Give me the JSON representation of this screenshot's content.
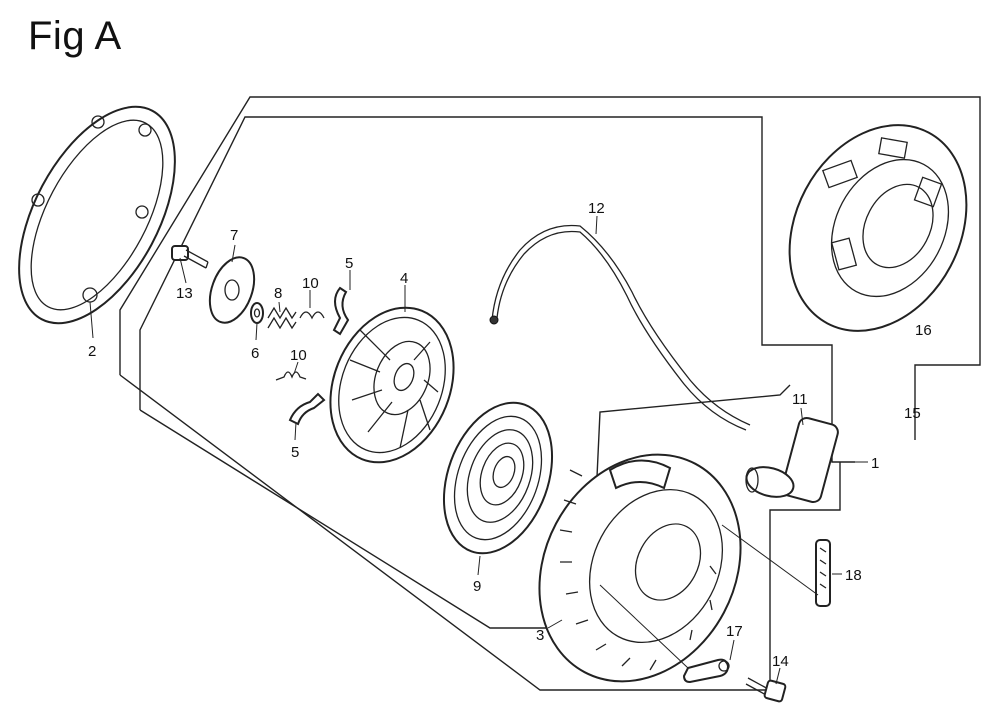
{
  "figure": {
    "title": "Fig A"
  },
  "callouts": {
    "c1": "1",
    "c2": "2",
    "c3": "3",
    "c4": "4",
    "c5a": "5",
    "c5b": "5",
    "c6": "6",
    "c7": "7",
    "c8": "8",
    "c9": "9",
    "c10a": "10",
    "c10b": "10",
    "c11": "11",
    "c12": "12",
    "c13": "13",
    "c14": "14",
    "c15": "15",
    "c16": "16",
    "c17": "17",
    "c18": "18"
  },
  "colors": {
    "line": "#222222",
    "background": "#ffffff"
  }
}
